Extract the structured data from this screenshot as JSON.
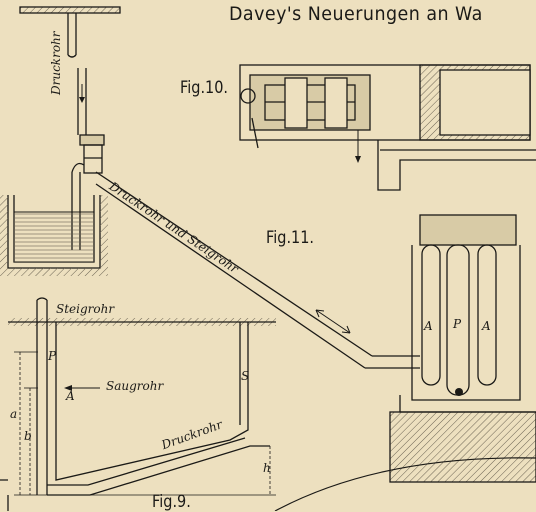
{
  "title": "Davey's Neuerungen an Wa",
  "figures": {
    "fig9": "Fig.9.",
    "fig10": "Fig.10.",
    "fig11": "Fig.11."
  },
  "labels": {
    "druckrohr_upper": "Druckrohr",
    "druckrohr_und_steigrohr": "Druckrohr und Steigrohr",
    "steigrohr": "Steigrohr",
    "saugrohr": "Saugrohr",
    "druckrohr_lower": "Druckrohr"
  },
  "letters": {
    "P_fig9": "P",
    "A_fig9": "A",
    "S": "S",
    "a": "a",
    "b": "b",
    "h": "h",
    "A_left": "A",
    "P_pump": "P",
    "A_right": "A"
  },
  "colors": {
    "paper": "#ede0bf",
    "ink": "#1b1a17",
    "hatch": "#6b6353"
  }
}
